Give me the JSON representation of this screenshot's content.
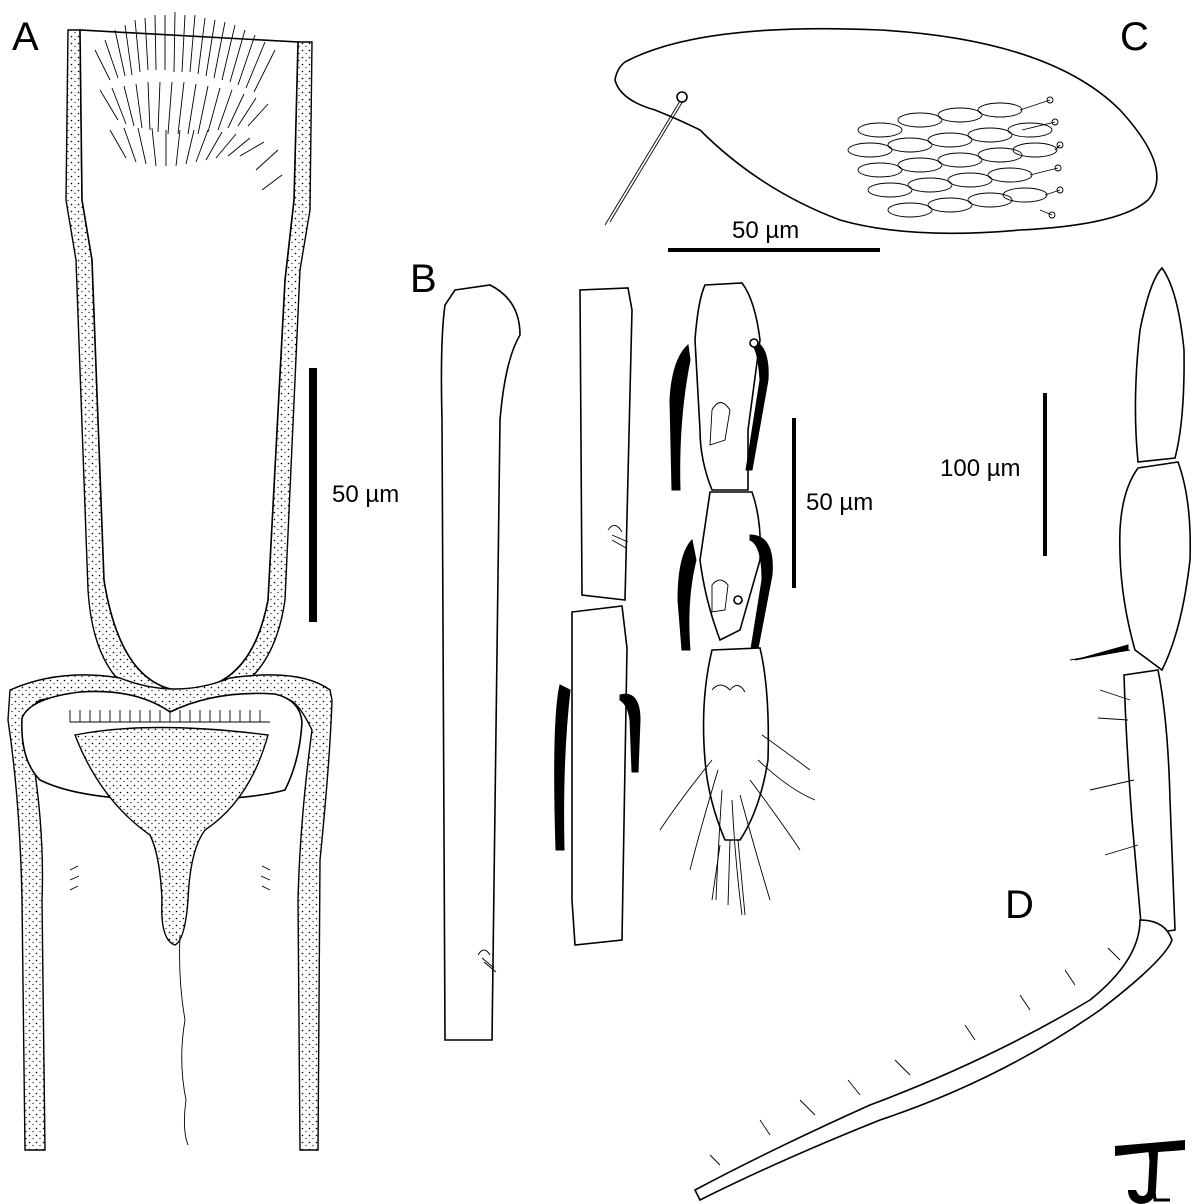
{
  "figure": {
    "panels": [
      {
        "id": "A",
        "label": "A",
        "scale_bar": "50 µm"
      },
      {
        "id": "B",
        "label": "B",
        "scale_bar": "50 µm"
      },
      {
        "id": "C",
        "label": "C",
        "scale_bar": "50 µm"
      },
      {
        "id": "D",
        "label": "D",
        "scale_bar": "100 µm"
      }
    ],
    "signature": "TJ"
  }
}
